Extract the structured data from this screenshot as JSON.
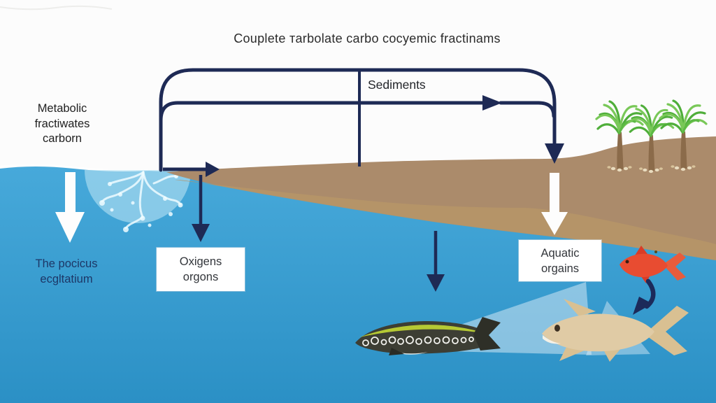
{
  "title": "Couplete тarbolate carbo cocyemic fractinams",
  "labels": {
    "sediments": "Sediments",
    "metabolic_note": {
      "line1": "Metabolic",
      "line2": "fractiwates",
      "line3": "carborn"
    },
    "process_note": {
      "line1": "The pocicus",
      "line2": "ecgltatium"
    },
    "oxygen_box": {
      "line1": "Oxigens",
      "line2": "orgons"
    },
    "aquatic_box": {
      "line1": "Aquatic",
      "line2": "orgains"
    }
  },
  "palette": {
    "arrow_navy": "#1e2a55",
    "white_arrow": "#fdfdfd",
    "water_top": "#47a9da",
    "water_bottom": "#2b90c5",
    "land_upper": "#ab8b6b",
    "land_lower_band": "#b59468",
    "tree_trunk": "#8b6b4a",
    "tree_green_dark": "#4fae3a",
    "tree_green_light": "#79c858",
    "dark_fish_body": "#3d3e34",
    "dark_fish_stripe": "#b5c934",
    "tan_fish_body": "#e0cba5",
    "red_fish_body": "#e84c31",
    "plume_blue": "#b8e3f4"
  }
}
